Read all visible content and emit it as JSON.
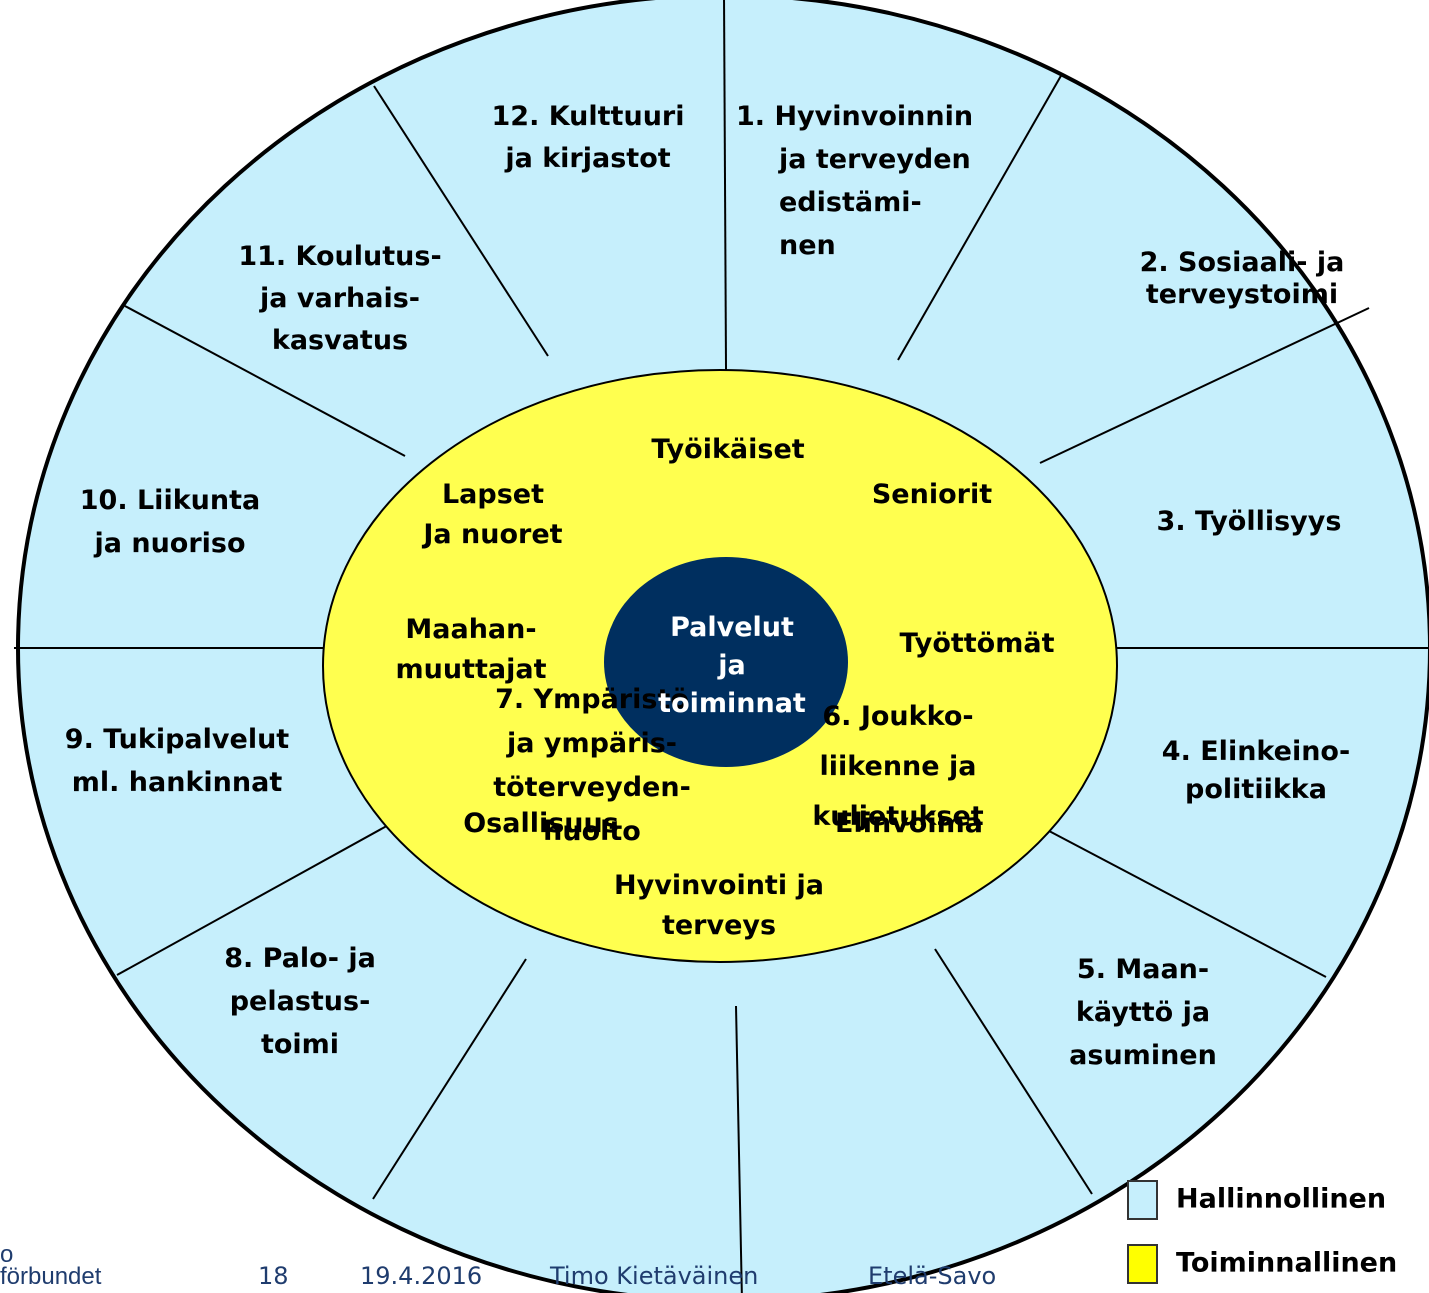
{
  "diagram": {
    "center": {
      "lines": [
        "Palvelut",
        "ja",
        "toiminnat"
      ],
      "fill": "#002f5f"
    },
    "colors": {
      "outer_fill": "#c6effc",
      "inner_fill": "#ffff4f",
      "line": "#000000"
    },
    "sectors": [
      {
        "lines": [
          "1. Hyvinvoinnin",
          "ja terveyden",
          "edistämi-",
          "nen"
        ]
      },
      {
        "lines": [
          "2. Sosiaali- ja",
          "terveystoimi"
        ]
      },
      {
        "lines": [
          "3. Työllisyys"
        ]
      },
      {
        "lines": [
          "4. Elinkeino-",
          "politiikka"
        ]
      },
      {
        "lines": [
          "5. Maan-",
          "käyttö ja",
          "asuminen"
        ]
      },
      {
        "lines": [
          "6. Joukko-",
          "liikenne ja",
          "kuljetukset"
        ]
      },
      {
        "lines": [
          "7. Ympäristö",
          "ja ympäris-",
          "töterveyden-",
          "huolto"
        ]
      },
      {
        "lines": [
          "8. Palo- ja",
          "pelastus-",
          "toimi"
        ]
      },
      {
        "lines": [
          "9. Tukipalvelut",
          "ml. hankinnat"
        ]
      },
      {
        "lines": [
          "10. Liikunta",
          "ja nuoriso"
        ]
      },
      {
        "lines": [
          "11. Koulutus-",
          "ja varhais-",
          "kasvatus"
        ]
      },
      {
        "lines": [
          "12. Kulttuuri",
          "ja kirjastot"
        ]
      }
    ],
    "inner_labels": [
      {
        "lines": [
          "Työikäiset"
        ]
      },
      {
        "lines": [
          "Seniorit"
        ]
      },
      {
        "lines": [
          "Työttömät"
        ]
      },
      {
        "lines": [
          "Elinvoima"
        ]
      },
      {
        "lines": [
          "Hyvinvointi ja",
          "terveys"
        ]
      },
      {
        "lines": [
          "Osallisuus"
        ]
      },
      {
        "lines": [
          "Maahan-",
          "muuttajat"
        ]
      },
      {
        "lines": [
          "Lapset",
          "Ja nuoret"
        ]
      }
    ]
  },
  "legend": [
    {
      "label": "Hallinnollinen",
      "color": "#c6effc"
    },
    {
      "label": "Toiminnallinen",
      "color": "#ffff00"
    }
  ],
  "footer": {
    "logo_text": "o\nförbundet",
    "page_number": "18",
    "date": "19.4.2016",
    "author": "Timo Kietäväinen",
    "region": "Etelä-Savo"
  }
}
